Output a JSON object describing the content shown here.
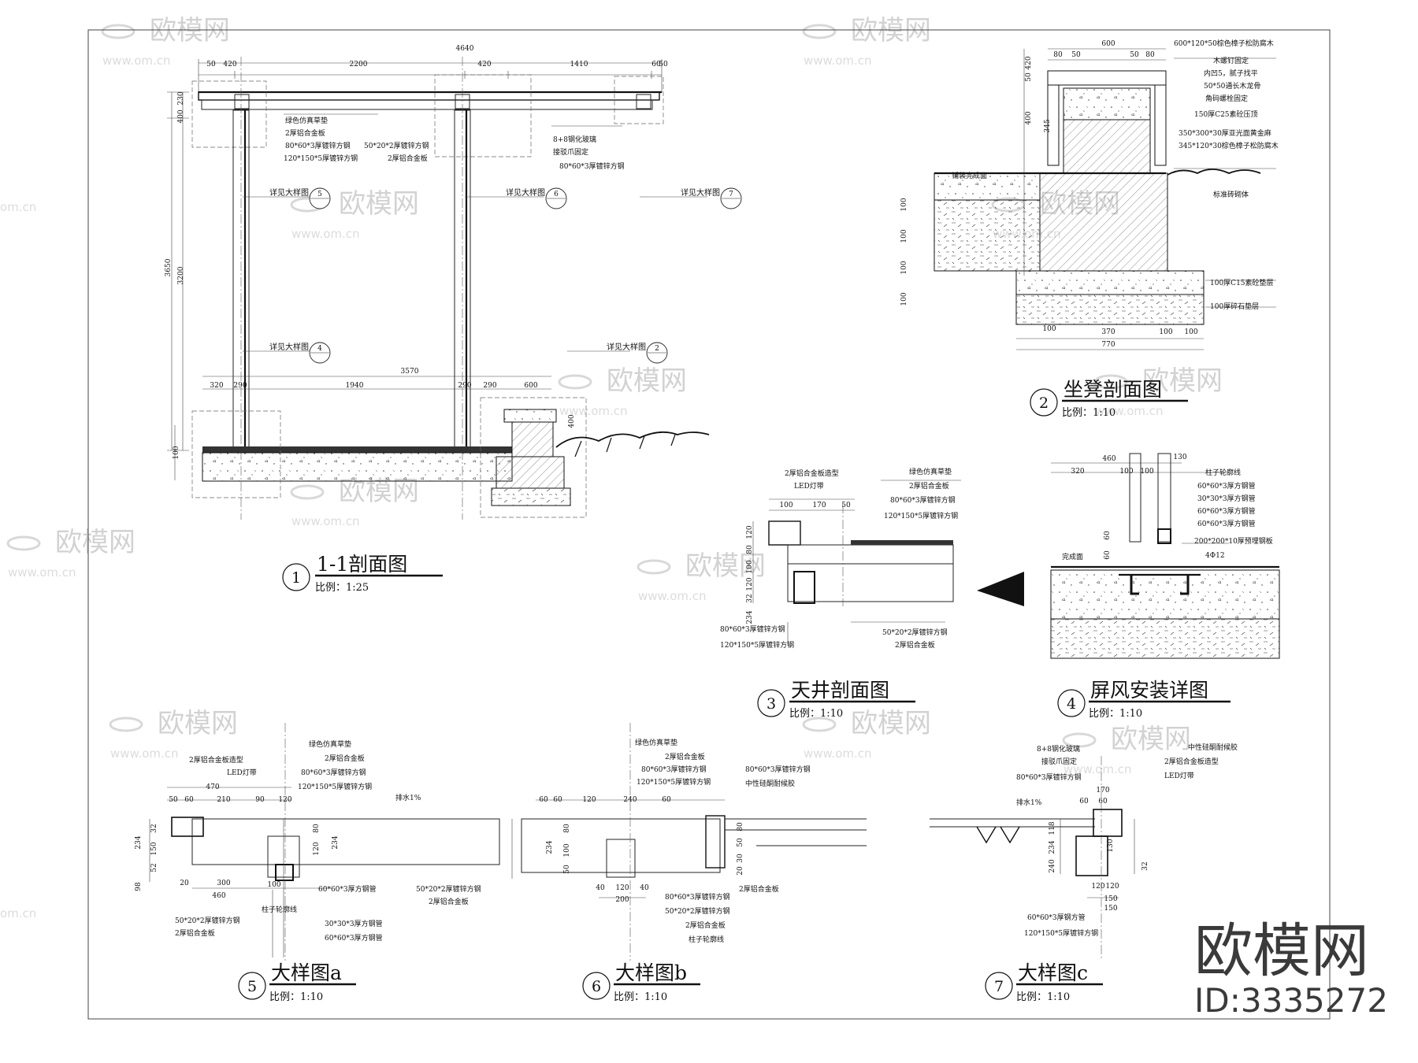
{
  "watermark": {
    "brand": "欧模网",
    "url": "www.om.cn",
    "url_short": "om.cn",
    "logo_text": "欧模网",
    "id_text": "ID:3335272"
  },
  "views": [
    {
      "number": "1",
      "title": "1-1剖面图",
      "scale": "比例：1:25",
      "dimensions": [
        "4640",
        "50",
        "420",
        "2200",
        "420",
        "1410",
        "60",
        "50",
        "230",
        "400",
        "3650",
        "3200",
        "100",
        "3570",
        "320",
        "290",
        "1940",
        "290",
        "290",
        "600",
        "400"
      ],
      "labels": [
        "绿色仿真草垫",
        "2厚铝合金板",
        "80*60*3厚镀锌方钢",
        "120*150*5厚镀锌方钢",
        "50*20*2厚镀锌方钢",
        "2厚铝合金板",
        "8+8钢化玻璃",
        "接驳爪固定",
        "80*60*3厚镀锌方钢"
      ],
      "refs": [
        {
          "label": "详见大样图",
          "num": "5"
        },
        {
          "label": "详见大样图",
          "num": "6"
        },
        {
          "label": "详见大样图",
          "num": "7"
        },
        {
          "label": "详见大样图",
          "num": "4"
        },
        {
          "label": "详见大样图",
          "num": "2"
        }
      ]
    },
    {
      "number": "2",
      "title": "坐凳剖面图",
      "scale": "比例：1:10",
      "dimensions": [
        "600",
        "80",
        "50",
        "50",
        "80",
        "420",
        "50",
        "400",
        "345",
        "100",
        "100",
        "100",
        "100",
        "100",
        "370",
        "100",
        "100",
        "770"
      ],
      "labels": [
        "600*120*50棕色樟子松防腐木",
        "木螺钉固定",
        "内凹5，腻子找平",
        "50*50通长木龙骨",
        "角码螺栓固定",
        "150厚C25素砼压顶",
        "350*300*30厚亚光面黄金麻",
        "345*120*30棕色樟子松防腐木",
        "铺装完成面",
        "标准砖砌体",
        "100厚C15素砼垫层",
        "100厚碎石垫层"
      ]
    },
    {
      "number": "3",
      "title": "天井剖面图",
      "scale": "比例：1:10",
      "dimensions": [
        "100",
        "170",
        "50",
        "120",
        "80",
        "100",
        "120",
        "32",
        "234"
      ],
      "labels": [
        "2厚铝合金板造型",
        "LED灯带",
        "绿色仿真草垫",
        "2厚铝合金板",
        "80*60*3厚镀锌方钢",
        "120*150*5厚镀锌方钢",
        "80*60*3厚镀锌方钢",
        "120*150*5厚镀锌方钢",
        "50*20*2厚镀锌方钢",
        "2厚铝合金板"
      ]
    },
    {
      "number": "4",
      "title": "屏风安装详图",
      "scale": "比例：1:10",
      "dimensions": [
        "460",
        "320",
        "100",
        "100",
        "130",
        "60",
        "60"
      ],
      "labels": [
        "柱子轮廓线",
        "60*60*3厚方钢管",
        "30*30*3厚方钢管",
        "60*60*3厚方钢管",
        "60*60*3厚方钢管",
        "200*200*10厚预埋钢板",
        "4Φ12",
        "完成面"
      ]
    },
    {
      "number": "5",
      "title": "大样图a",
      "scale": "比例：1:10",
      "dimensions": [
        "470",
        "50",
        "60",
        "210",
        "90",
        "120",
        "32",
        "150",
        "52",
        "234",
        "98",
        "80",
        "120",
        "234",
        "20",
        "300",
        "100",
        "460"
      ],
      "labels": [
        "绿色仿真草垫",
        "2厚铝合金板造型",
        "2厚铝合金板",
        "LED灯带",
        "80*60*3厚镀锌方钢",
        "120*150*5厚镀锌方钢",
        "排水1%",
        "60*60*3厚方钢管",
        "50*20*2厚镀锌方钢",
        "2厚铝合金板",
        "柱子轮廓线",
        "30*30*3厚方钢管",
        "60*60*3厚方钢管",
        "50*20*2厚镀锌方钢",
        "2厚铝合金板"
      ]
    },
    {
      "number": "6",
      "title": "大样图b",
      "scale": "比例：1:10",
      "dimensions": [
        "60",
        "60",
        "120",
        "240",
        "60",
        "80",
        "100",
        "50",
        "234",
        "40",
        "120",
        "40",
        "200",
        "80",
        "50",
        "30",
        "20"
      ],
      "labels": [
        "绿色仿真草垫",
        "2厚铝合金板",
        "80*60*3厚镀锌方钢",
        "120*150*5厚镀锌方钢",
        "80*60*3厚镀锌方钢",
        "中性硅酮耐候胶",
        "80*60*3厚镀锌方钢",
        "50*20*2厚镀锌方钢",
        "2厚铝合金板",
        "柱子轮廓线",
        "2厚铝合金板"
      ]
    },
    {
      "number": "7",
      "title": "大样图c",
      "scale": "比例：1:10",
      "dimensions": [
        "60",
        "60",
        "170",
        "150",
        "118",
        "234",
        "120",
        "130",
        "32",
        "120",
        "150",
        "240"
      ],
      "labels": [
        "8+8钢化玻璃",
        "接驳爪固定",
        "80*60*3厚镀锌方钢",
        "排水1%",
        "中性硅酮耐候胶",
        "2厚铝合金板造型",
        "LED灯带",
        "60*60*3厚钢方管",
        "120*150*5厚镀锌方钢"
      ]
    }
  ]
}
